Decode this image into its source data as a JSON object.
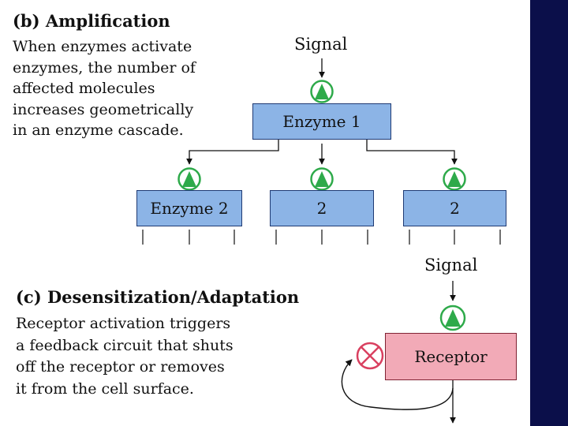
{
  "amplification": {
    "heading": "(b) Amplification",
    "lines": [
      "When enzymes activate",
      "enzymes, the number of",
      "affected molecules",
      "increases geometrically",
      "in an enzyme cascade."
    ],
    "signal_label": "Signal",
    "enzyme1_label": "Enzyme 1",
    "enzyme2_label": "Enzyme 2",
    "enzyme2b_label": "2",
    "enzyme2c_label": "2"
  },
  "desensitization": {
    "heading": "(c) Desensitization/Adaptation",
    "lines": [
      "Receptor activation triggers",
      "a feedback circuit that shuts",
      "off the receptor or removes",
      "it from the cell surface."
    ],
    "signal_label": "Signal",
    "receptor_label": "Receptor"
  },
  "colors": {
    "enzyme_box": "#8cb4e6",
    "receptor_box": "#f2aab7",
    "activation_green": "#2eaa4a",
    "inhibition_red": "#d94060",
    "sidebar": "#0b0f4a"
  },
  "icons": [
    "activation-triangle-icon",
    "inhibition-x-icon"
  ]
}
